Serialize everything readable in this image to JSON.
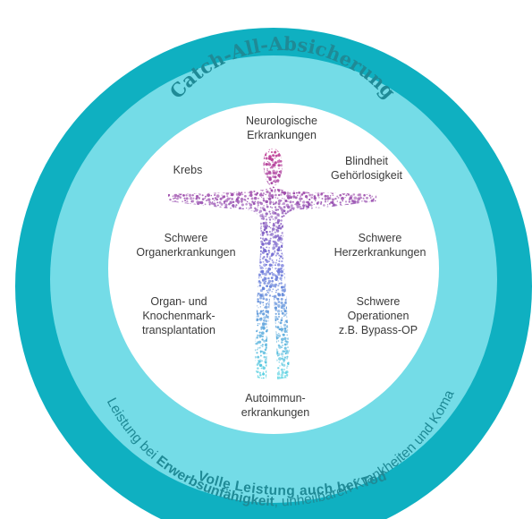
{
  "colors": {
    "outer_ring": "#0fb0c1",
    "middle_ring": "#74dce7",
    "inner_circle": "#ffffff",
    "ring_text": "#1f8a96",
    "label_text": "#3a3a3a",
    "figure_top": "#c2368e",
    "figure_mid": "#6b6fd8",
    "figure_bottom": "#51d5e0"
  },
  "rings": {
    "top_title": "Catch-All-Absicherung",
    "middle_text_prefix": "Leistung bei ",
    "middle_text_bold": "Erwerbsunfähigkeit",
    "middle_text_suffix": ", unheilbaren Krankheiten und Koma",
    "bottom_title": "Volle Leistung auch bei Tod"
  },
  "labels": {
    "neuro": "Neurologische\nErkrankungen",
    "blind": "Blindheit\nGehörlosigkeit",
    "krebs": "Krebs",
    "organ": "Schwere\nOrganerkrankungen",
    "herz": "Schwere\nHerzerkrankungen",
    "transplant": "Organ- und\nKnochenmark-\ntransplantation",
    "op": "Schwere\nOperationen\nz.B. Bypass-OP",
    "auto": "Autoimmun-\nerkrankungen"
  },
  "figure": {
    "icon": "human-body-dots-icon"
  }
}
